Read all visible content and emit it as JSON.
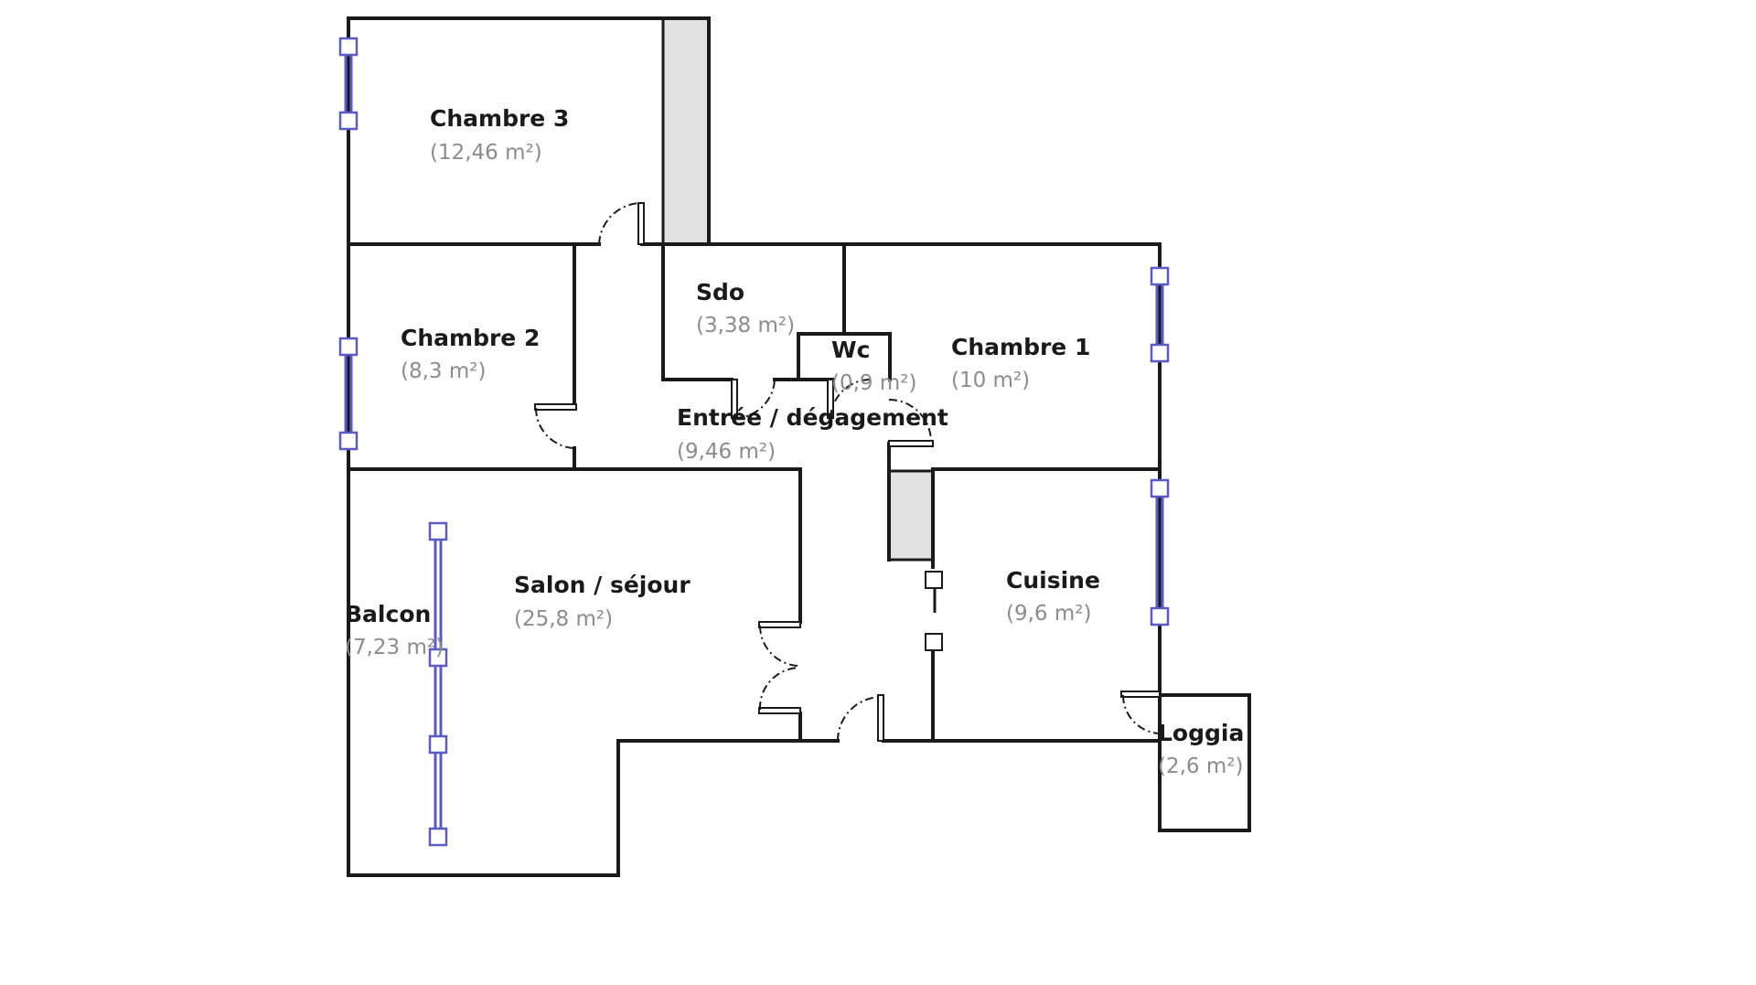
{
  "plan": {
    "rooms": [
      {
        "id": "chambre-3",
        "name": "Chambre 3",
        "area": "(12,46 m²)"
      },
      {
        "id": "chambre-2",
        "name": "Chambre 2",
        "area": "(8,3 m²)"
      },
      {
        "id": "sdo",
        "name": "Sdo",
        "area": "(3,38 m²)"
      },
      {
        "id": "wc",
        "name": "Wc",
        "area": "(0,9 m²)"
      },
      {
        "id": "chambre-1",
        "name": "Chambre 1",
        "area": "(10 m²)"
      },
      {
        "id": "entree",
        "name": "Entrée / dégagement",
        "area": "(9,46 m²)"
      },
      {
        "id": "salon",
        "name": "Salon / séjour",
        "area": "(25,8 m²)"
      },
      {
        "id": "balcon",
        "name": "Balcon",
        "area": "(7,23 m²)"
      },
      {
        "id": "cuisine",
        "name": "Cuisine",
        "area": "(9,6 m²)"
      },
      {
        "id": "loggia",
        "name": "Loggia",
        "area": "(2,6 m²)"
      }
    ],
    "colors": {
      "wall": "#1a1a1a",
      "window": "#5a5ac8",
      "hatch": "#e2e2e2",
      "area_text": "#8c8c8c"
    }
  }
}
